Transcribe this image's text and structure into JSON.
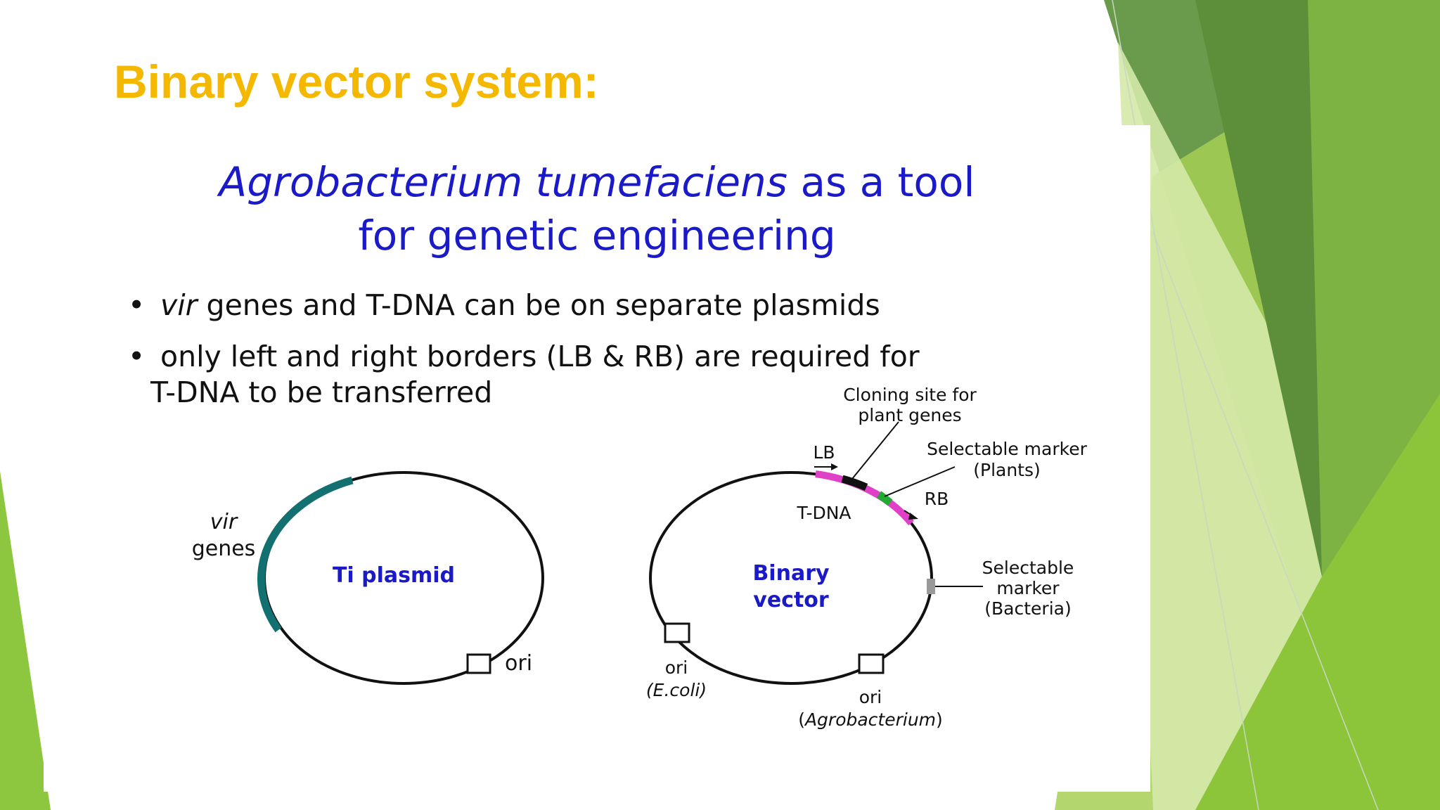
{
  "slide": {
    "title": "Binary vector system:"
  },
  "content": {
    "heading_line1_italic": "Agrobacterium tumefaciens",
    "heading_line1_rest": " as a tool",
    "heading_line2": "for genetic engineering",
    "bullets": [
      {
        "marker": "•",
        "italic": "vir",
        "text": " genes and T-DNA can be on separate plasmids"
      },
      {
        "marker": "•",
        "text": "only left and right borders (LB & RB) are required for",
        "continuation": "T-DNA to be transferred"
      }
    ]
  },
  "diagram": {
    "ti_plasmid": {
      "label": "Ti plasmid",
      "vir_label_line1": "vir",
      "vir_label_line2": "genes",
      "ori_label": "ori"
    },
    "binary_vector": {
      "label_line1": "Binary",
      "label_line2": "vector",
      "lb": "LB",
      "rb": "RB",
      "tdna": "T-DNA",
      "cloning_site_line1": "Cloning site for",
      "cloning_site_line2": "plant genes",
      "marker_plants_line1": "Selectable marker",
      "marker_plants_line2": "(Plants)",
      "marker_bacteria_line1": "Selectable",
      "marker_bacteria_line2": "marker",
      "marker_bacteria_line3": "(Bacteria)",
      "ori_ecoli_line1": "ori",
      "ori_ecoli_line2": "(E.coli)",
      "ori_agro_line1": "ori",
      "ori_agro_open": "(",
      "ori_agro_italic": "Agrobacterium",
      "ori_agro_close": ")"
    }
  },
  "colors": {
    "title": "#f5b800",
    "heading": "#1a1ac8",
    "vir_arc": "#127070",
    "border_region": "#e040c8",
    "cloning_site": "#111111",
    "plant_marker": "#22aa33",
    "bacteria_marker": "#999999",
    "green_dark": "#4e8a2b",
    "green_mid": "#7cb342",
    "green_light": "#9ccc3c"
  }
}
